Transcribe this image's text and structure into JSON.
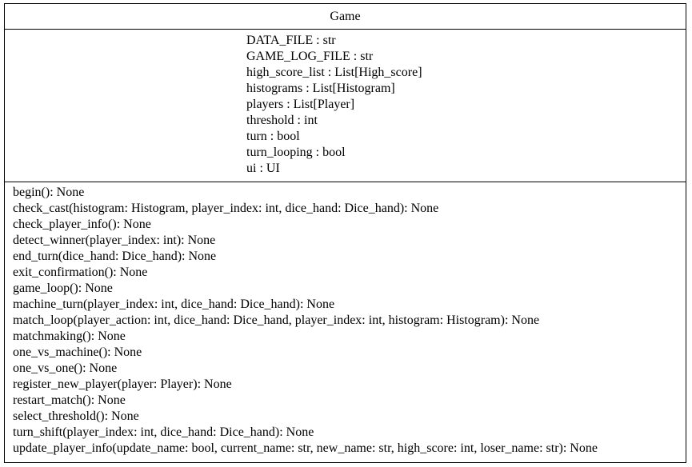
{
  "class": {
    "name": "Game",
    "attributes": [
      "DATA_FILE : str",
      "GAME_LOG_FILE : str",
      "high_score_list : List[High_score]",
      "histograms : List[Histogram]",
      "players : List[Player]",
      "threshold : int",
      "turn : bool",
      "turn_looping : bool",
      "ui : UI"
    ],
    "methods": [
      "begin(): None",
      "check_cast(histogram: Histogram, player_index: int, dice_hand: Dice_hand): None",
      "check_player_info(): None",
      "detect_winner(player_index: int): None",
      "end_turn(dice_hand: Dice_hand): None",
      "exit_confirmation(): None",
      "game_loop(): None",
      "machine_turn(player_index: int, dice_hand: Dice_hand): None",
      "match_loop(player_action: int, dice_hand: Dice_hand, player_index: int, histogram: Histogram): None",
      "matchmaking(): None",
      "one_vs_machine(): None",
      "one_vs_one(): None",
      "register_new_player(player: Player): None",
      "restart_match(): None",
      "select_threshold(): None",
      "turn_shift(player_index: int, dice_hand: Dice_hand): None",
      "update_player_info(update_name: bool, current_name: str, new_name: str, high_score: int, loser_name: str): None"
    ]
  }
}
